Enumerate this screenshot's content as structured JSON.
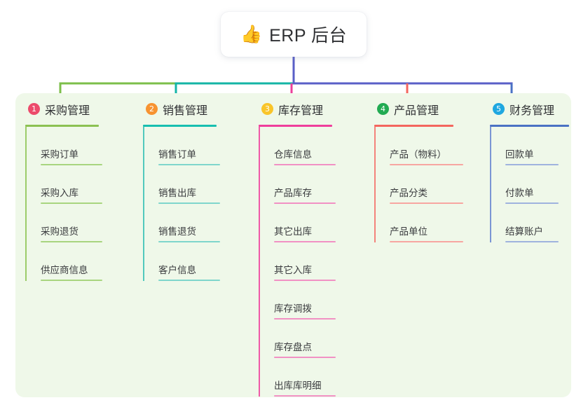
{
  "root": {
    "icon": "thumbs-up-icon",
    "emoji": "👍",
    "title": "ERP 后台"
  },
  "palette": {
    "panel_bg": "#eff8e9",
    "page_bg": "#ffffff",
    "stem": "#5a5fc7",
    "branch_green": "#7cbf4a",
    "branch_teal": "#14b5a6",
    "branch_pink": "#ec3f9a",
    "branch_red": "#f4665e",
    "branch_blue": "#4a72c4",
    "badge_1": "#ec4b6b",
    "badge_2": "#f79331",
    "badge_3": "#f9c52a",
    "badge_4": "#22ab52",
    "badge_5": "#1fa7e0"
  },
  "branches": [
    {
      "index": "1",
      "badge_color": "#ec4b6b",
      "title": "采购管理",
      "rule_color": "#8cc152",
      "rule_width": 105,
      "line_color": "#9ccc6a",
      "leaf_rule_color": "#a8d57f",
      "leaf_width": 88,
      "leaves": [
        "采购订单",
        "采购入库",
        "采购退货",
        "供应商信息"
      ]
    },
    {
      "index": "2",
      "badge_color": "#f79331",
      "title": "销售管理",
      "rule_color": "#18bfb0",
      "rule_width": 105,
      "line_color": "#52c9bd",
      "leaf_rule_color": "#7fd6cc",
      "leaf_width": 88,
      "leaves": [
        "销售订单",
        "销售出库",
        "销售退货",
        "客户信息"
      ]
    },
    {
      "index": "3",
      "badge_color": "#f9c52a",
      "title": "库存管理",
      "rule_color": "#ef3f9c",
      "rule_width": 105,
      "line_color": "#ef5aa8",
      "leaf_rule_color": "#f191c4",
      "leaf_width": 88,
      "leaves": [
        "仓库信息",
        "产品库存",
        "其它出库",
        "其它入库",
        "库存调拨",
        "库存盘点",
        "出库库明细"
      ]
    },
    {
      "index": "4",
      "badge_color": "#22ab52",
      "title": "产品管理",
      "rule_color": "#f4665e",
      "rule_width": 113,
      "line_color": "#f4837c",
      "leaf_rule_color": "#f7a6a1",
      "leaf_width": 105,
      "leaves": [
        "产品（物料）",
        "产品分类",
        "产品单位"
      ]
    },
    {
      "index": "5",
      "badge_color": "#1fa7e0",
      "title": "财务管理",
      "rule_color": "#4a72c4",
      "rule_width": 113,
      "line_color": "#7b96d4",
      "leaf_rule_color": "#9fb3de",
      "leaf_width": 76,
      "leaves": [
        "回款单",
        "付款单",
        "结算账户"
      ]
    }
  ]
}
